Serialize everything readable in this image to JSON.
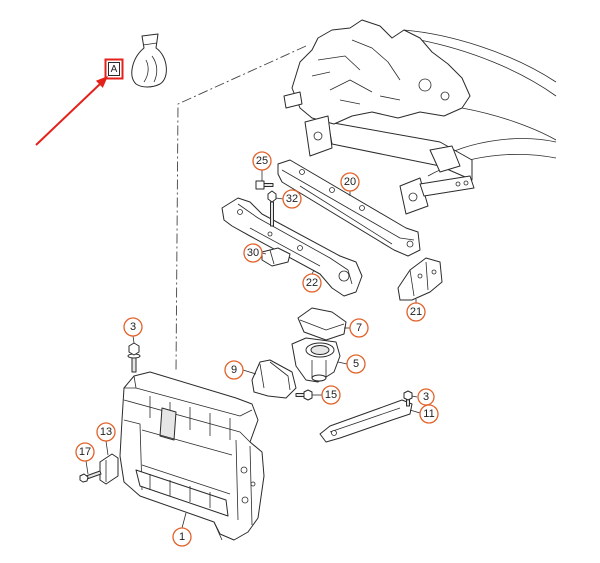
{
  "diagram": {
    "detail_view": {
      "label": "A",
      "icon": "bag-icon"
    },
    "callouts": [
      "25",
      "20",
      "32",
      "30",
      "22",
      "21",
      "7",
      "5",
      "3",
      "9",
      "15",
      "3",
      "11",
      "13",
      "17",
      "1"
    ]
  },
  "icons": {
    "detail_marker": "bag-icon",
    "pointer": "arrow-icon"
  },
  "colors": {
    "callout_ring": "#e2622b",
    "highlight": "#e32219",
    "line_art": "#2b2b2b"
  }
}
